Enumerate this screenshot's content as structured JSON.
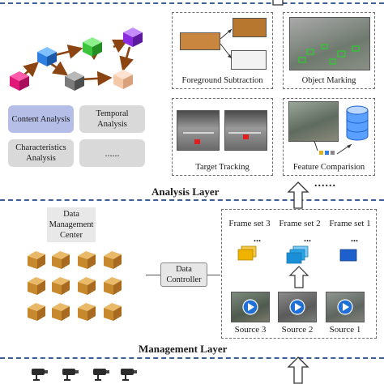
{
  "top": {
    "analysis_boxes": [
      {
        "label": "Content Analysis"
      },
      {
        "label": "Temporal Analysis"
      },
      {
        "label": "Characteristics Analysis"
      },
      {
        "label": "......"
      }
    ],
    "panels": [
      {
        "caption": "Foreground Subtraction"
      },
      {
        "caption": "Object Marking"
      },
      {
        "caption": "Target Tracking"
      },
      {
        "caption": "Feature Comparision"
      }
    ],
    "ellipsis": "......"
  },
  "layers": {
    "analysis": "Analysis Layer",
    "management": "Management Layer"
  },
  "management": {
    "center_label": "Data Management Center",
    "controller_label": "Data Controller",
    "frame_sets": [
      "Frame set 3",
      "Frame set 2",
      "Frame set 1"
    ],
    "frame_dots": "...",
    "sources": [
      "Source 3",
      "Source 2",
      "Source 1"
    ]
  },
  "colors": {
    "layer_line": "#3f5f96",
    "cube_purple": "#8a2be2",
    "cube_green": "#3cc43c",
    "cube_blue": "#2f7fe0",
    "cube_magenta": "#e0187a",
    "cube_gray": "#7a7a7a",
    "cube_peach": "#f5c9a8",
    "arrow_brown": "#8b4513",
    "frame_yellow": "#f0b400",
    "frame_cyan": "#29a3e6",
    "frame_blue": "#1f5fcc"
  }
}
